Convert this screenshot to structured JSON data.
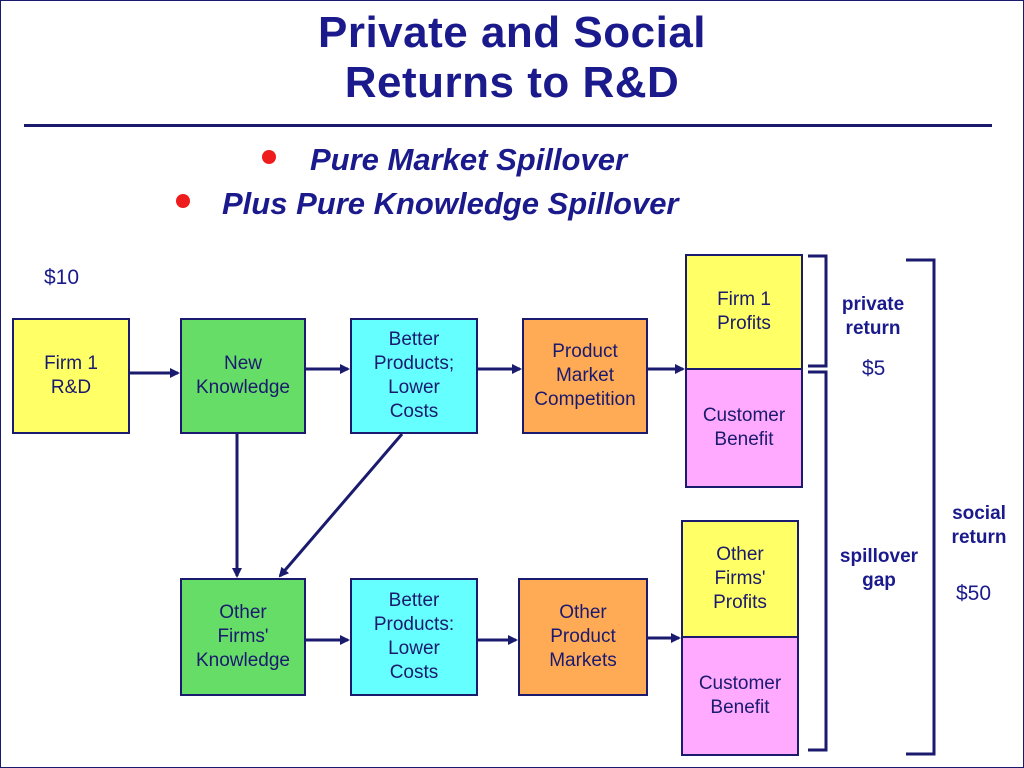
{
  "title": {
    "line1": "Private and Social",
    "line2": "Returns to R&D"
  },
  "bullets": [
    "Pure Market Spillover",
    "Plus Pure Knowledge Spillover"
  ],
  "values": {
    "rd_cost": "$10",
    "private": "$5",
    "social": "$50"
  },
  "labels": {
    "private_return": [
      "private",
      "return"
    ],
    "spillover_gap": [
      "spillover",
      "gap"
    ],
    "social_return": [
      "social",
      "return"
    ]
  },
  "boxes": {
    "firm1_rd": [
      "Firm 1",
      "R&D"
    ],
    "new_knowledge": [
      "New",
      "Knowledge"
    ],
    "better_products_top": [
      "Better",
      "Products;",
      "Lower",
      "Costs"
    ],
    "product_market": [
      "Product",
      "Market",
      "Competition"
    ],
    "firm1_profits": [
      "Firm 1",
      "Profits"
    ],
    "customer_benefit_top": [
      "Customer",
      "Benefit"
    ],
    "other_knowledge": [
      "Other",
      "Firms'",
      "Knowledge"
    ],
    "better_products_bottom": [
      "Better",
      "Products:",
      "Lower",
      "Costs"
    ],
    "other_markets": [
      "Other",
      "Product",
      "Markets"
    ],
    "other_profits": [
      "Other",
      "Firms'",
      "Profits"
    ],
    "customer_benefit_bottom": [
      "Customer",
      "Benefit"
    ]
  },
  "colors": {
    "navy": "#1a1a6e",
    "bullet_red": "#ee1c1c",
    "yellow": "#ffff66",
    "green": "#66dd66",
    "cyan": "#66ffff",
    "orange": "#ffaa55",
    "pink": "#ffaaff"
  }
}
